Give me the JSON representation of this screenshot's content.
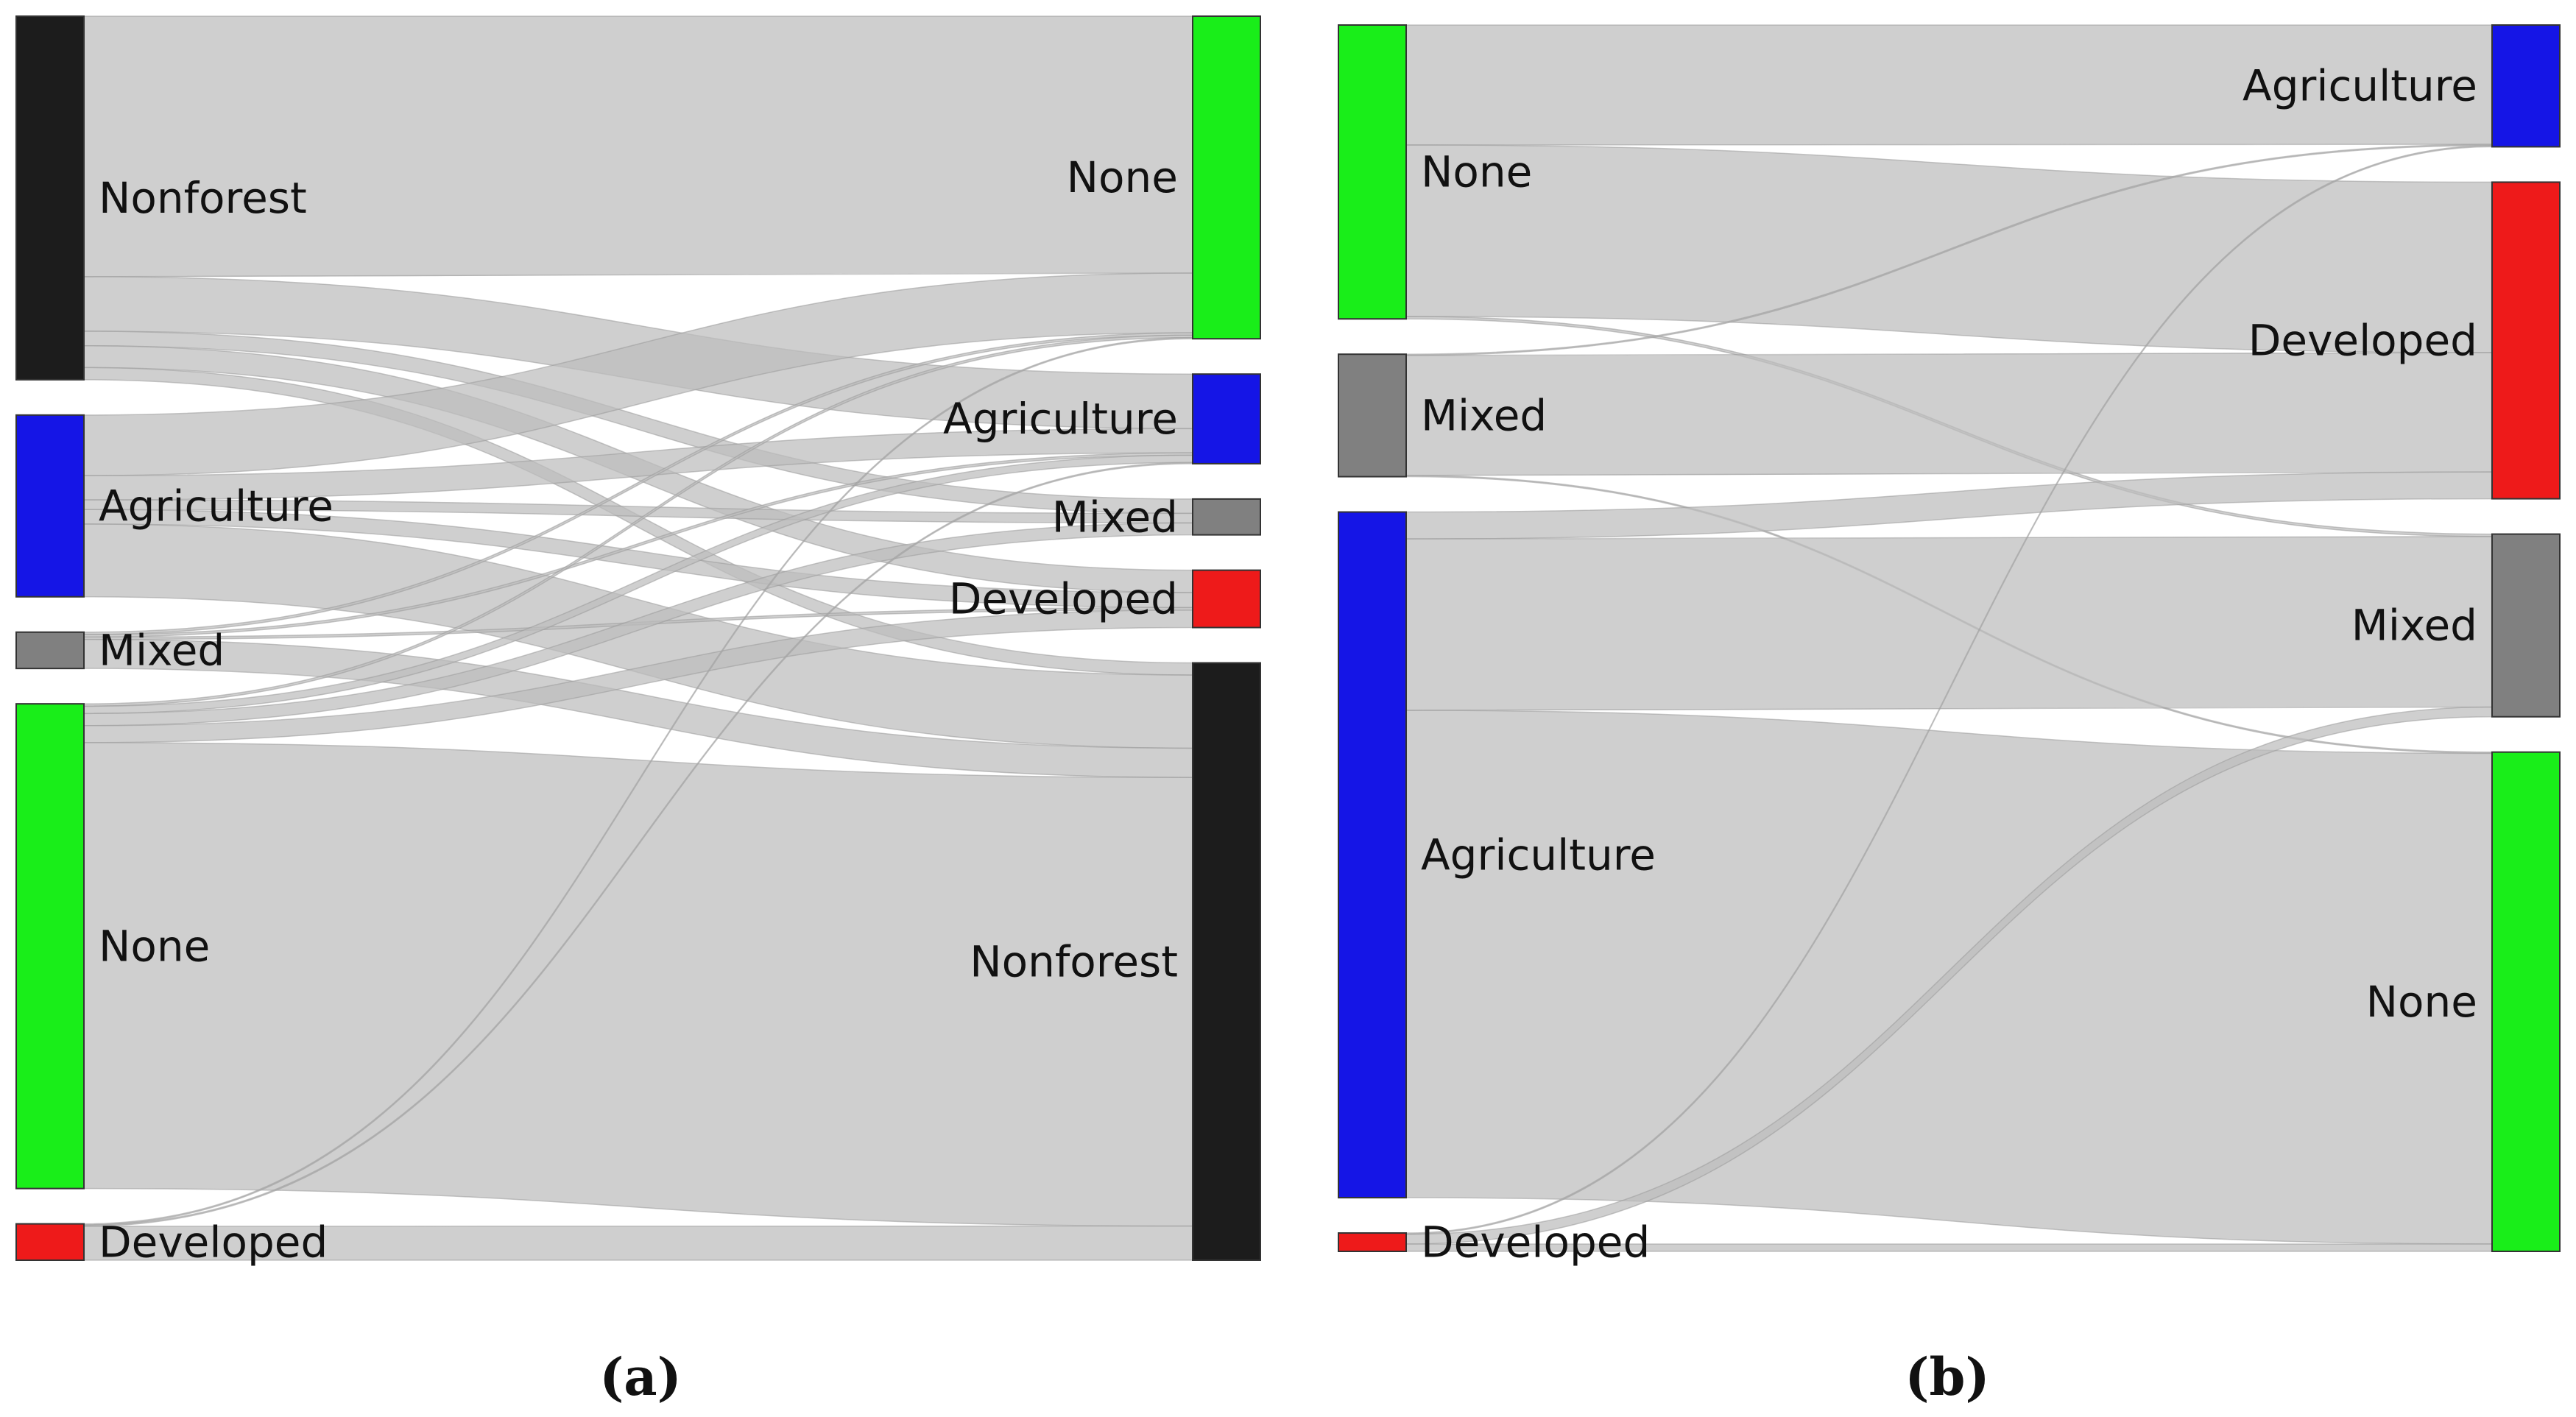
{
  "panels": [
    {
      "id": "a",
      "caption": "(a)",
      "left_nodes": [
        {
          "id": "nonforest",
          "label": "Nonforest",
          "color": "#1c1c1c",
          "size": 0.3
        },
        {
          "id": "agriculture",
          "label": "Agriculture",
          "color": "#1515e6",
          "size": 0.15
        },
        {
          "id": "mixed",
          "label": "Mixed",
          "color": "#808080",
          "size": 0.03
        },
        {
          "id": "none",
          "label": "None",
          "color": "#19ee19",
          "size": 0.4
        },
        {
          "id": "developed",
          "label": "Developed",
          "color": "#ee1a1a",
          "size": 0.03
        }
      ],
      "right_nodes": [
        {
          "id": "none",
          "label": "None",
          "color": "#19ee19",
          "size": 0.27
        },
        {
          "id": "agriculture",
          "label": "Agriculture",
          "color": "#1515e6",
          "size": 0.075
        },
        {
          "id": "mixed",
          "label": "Mixed",
          "color": "#808080",
          "size": 0.03
        },
        {
          "id": "developed",
          "label": "Developed",
          "color": "#ee1a1a",
          "size": 0.048
        },
        {
          "id": "nonforest",
          "label": "Nonforest",
          "color": "#1c1c1c",
          "size": 0.5
        }
      ],
      "links": [
        {
          "source": "nonforest",
          "target": "none",
          "value": 0.215
        },
        {
          "source": "nonforest",
          "target": "agriculture",
          "value": 0.045
        },
        {
          "source": "nonforest",
          "target": "mixed",
          "value": 0.012
        },
        {
          "source": "nonforest",
          "target": "developed",
          "value": 0.018
        },
        {
          "source": "nonforest",
          "target": "nonforest",
          "value": 0.01
        },
        {
          "source": "agriculture",
          "target": "none",
          "value": 0.05
        },
        {
          "source": "agriculture",
          "target": "agriculture",
          "value": 0.02
        },
        {
          "source": "agriculture",
          "target": "mixed",
          "value": 0.008
        },
        {
          "source": "agriculture",
          "target": "developed",
          "value": 0.012
        },
        {
          "source": "agriculture",
          "target": "nonforest",
          "value": 0.06
        },
        {
          "source": "mixed",
          "target": "none",
          "value": 0.002
        },
        {
          "source": "mixed",
          "target": "agriculture",
          "value": 0.002
        },
        {
          "source": "mixed",
          "target": "developed",
          "value": 0.002
        },
        {
          "source": "mixed",
          "target": "nonforest",
          "value": 0.024
        },
        {
          "source": "none",
          "target": "none",
          "value": 0.002
        },
        {
          "source": "none",
          "target": "agriculture",
          "value": 0.006
        },
        {
          "source": "none",
          "target": "mixed",
          "value": 0.01
        },
        {
          "source": "none",
          "target": "developed",
          "value": 0.014
        },
        {
          "source": "none",
          "target": "nonforest",
          "value": 0.368
        },
        {
          "source": "developed",
          "target": "none",
          "value": 0.001
        },
        {
          "source": "developed",
          "target": "agriculture",
          "value": 0.001
        },
        {
          "source": "developed",
          "target": "nonforest",
          "value": 0.028
        }
      ]
    },
    {
      "id": "b",
      "caption": "(b)",
      "left_nodes": [
        {
          "id": "none",
          "label": "None",
          "color": "#19ee19",
          "size": 0.24
        },
        {
          "id": "mixed",
          "label": "Mixed",
          "color": "#808080",
          "size": 0.1
        },
        {
          "id": "agriculture",
          "label": "Agriculture",
          "color": "#1515e6",
          "size": 0.56
        },
        {
          "id": "developed",
          "label": "Developed",
          "color": "#ee1a1a",
          "size": 0.015
        }
      ],
      "right_nodes": [
        {
          "id": "agriculture",
          "label": "Agriculture",
          "color": "#1515e6",
          "size": 0.1
        },
        {
          "id": "developed",
          "label": "Developed",
          "color": "#ee1a1a",
          "size": 0.26
        },
        {
          "id": "mixed",
          "label": "Mixed",
          "color": "#808080",
          "size": 0.15
        },
        {
          "id": "none",
          "label": "None",
          "color": "#19ee19",
          "size": 0.41
        }
      ],
      "links": [
        {
          "source": "none",
          "target": "agriculture",
          "value": 0.098
        },
        {
          "source": "none",
          "target": "developed",
          "value": 0.14
        },
        {
          "source": "none",
          "target": "mixed",
          "value": 0.002
        },
        {
          "source": "mixed",
          "target": "agriculture",
          "value": 0.001
        },
        {
          "source": "mixed",
          "target": "developed",
          "value": 0.098
        },
        {
          "source": "mixed",
          "target": "none",
          "value": 0.001
        },
        {
          "source": "agriculture",
          "target": "developed",
          "value": 0.022
        },
        {
          "source": "agriculture",
          "target": "mixed",
          "value": 0.14
        },
        {
          "source": "agriculture",
          "target": "none",
          "value": 0.398
        },
        {
          "source": "developed",
          "target": "agriculture",
          "value": 0.001
        },
        {
          "source": "developed",
          "target": "mixed",
          "value": 0.008
        },
        {
          "source": "developed",
          "target": "none",
          "value": 0.006
        }
      ]
    }
  ]
}
